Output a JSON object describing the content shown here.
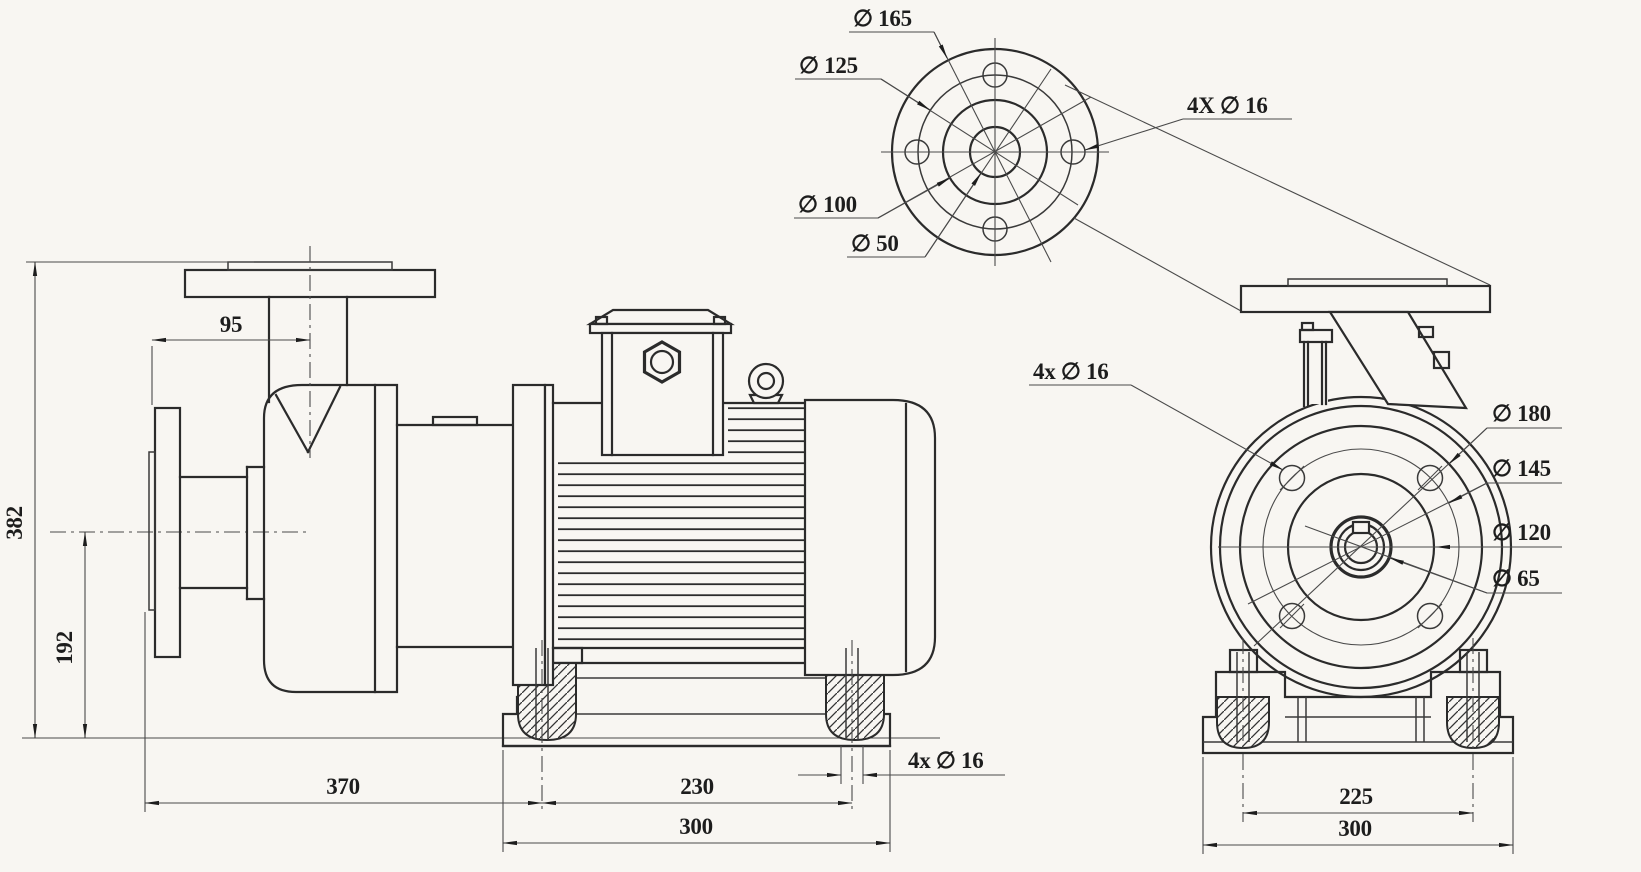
{
  "drawing": {
    "type": "pump-dimensional-drawing",
    "colors": {
      "background": "#f8f6f2",
      "ink": "#2b2b2b"
    }
  },
  "side_view": {
    "dim_overall_height": "382",
    "dim_centerline_height": "192",
    "dim_flange_to_discharge_axis": "95",
    "dim_flange_to_front_foot": "370",
    "dim_foot_bolt_spacing": "230",
    "dim_base_length": "300",
    "dim_anchor_bolt_holes": "4x ∅ 16"
  },
  "flange_detail": {
    "dim_outer_diameter": "∅ 165",
    "dim_bolt_circle_diameter": "∅ 125",
    "dim_raised_face_diameter": "∅ 100",
    "dim_bore_diameter": "∅ 50",
    "dim_bolt_holes": "4X ∅ 16"
  },
  "front_view": {
    "dim_bolt_holes": "4x ∅ 16",
    "dim_flange_outer_diameter": "∅ 180",
    "dim_bolt_circle_diameter": "∅ 145",
    "dim_spigot_diameter": "∅ 120",
    "dim_hub_diameter": "∅ 65",
    "dim_foot_bolt_spacing": "225",
    "dim_base_width": "300"
  }
}
